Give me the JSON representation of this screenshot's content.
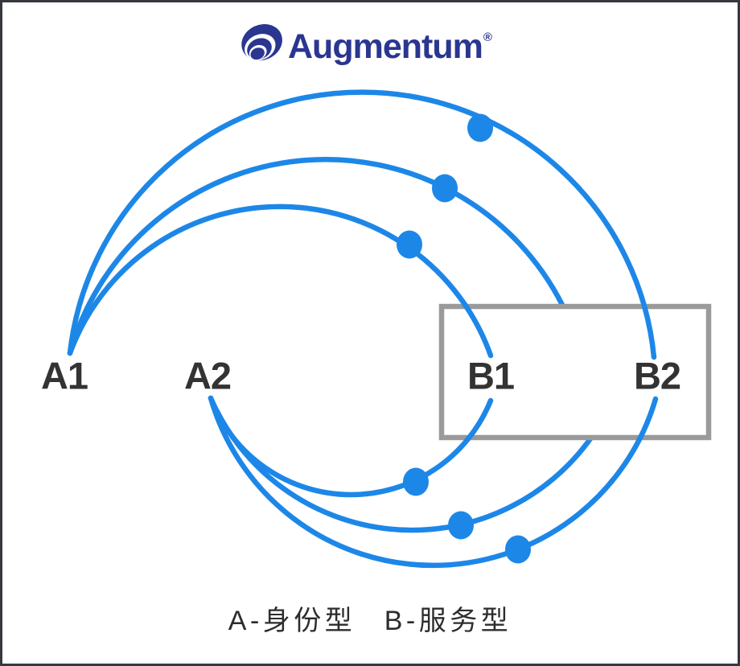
{
  "logo": {
    "brand": "Augmentum",
    "registered_mark": "®",
    "icon": "augmentum-swirl-icon"
  },
  "nodes": {
    "a1": "A1",
    "a2": "A2",
    "b1": "B1",
    "b2": "B2"
  },
  "legend": {
    "a_type": "A-身份型",
    "b_type": "B-服务型"
  },
  "colors": {
    "arc_blue": "#1d87e8",
    "logo_navy": "#2a3690",
    "label_dark": "#333333",
    "rect_border": "#9a9a9a",
    "frame_border": "#35383d",
    "legend_dark": "#2d2d2d",
    "background": "#ffffff"
  }
}
